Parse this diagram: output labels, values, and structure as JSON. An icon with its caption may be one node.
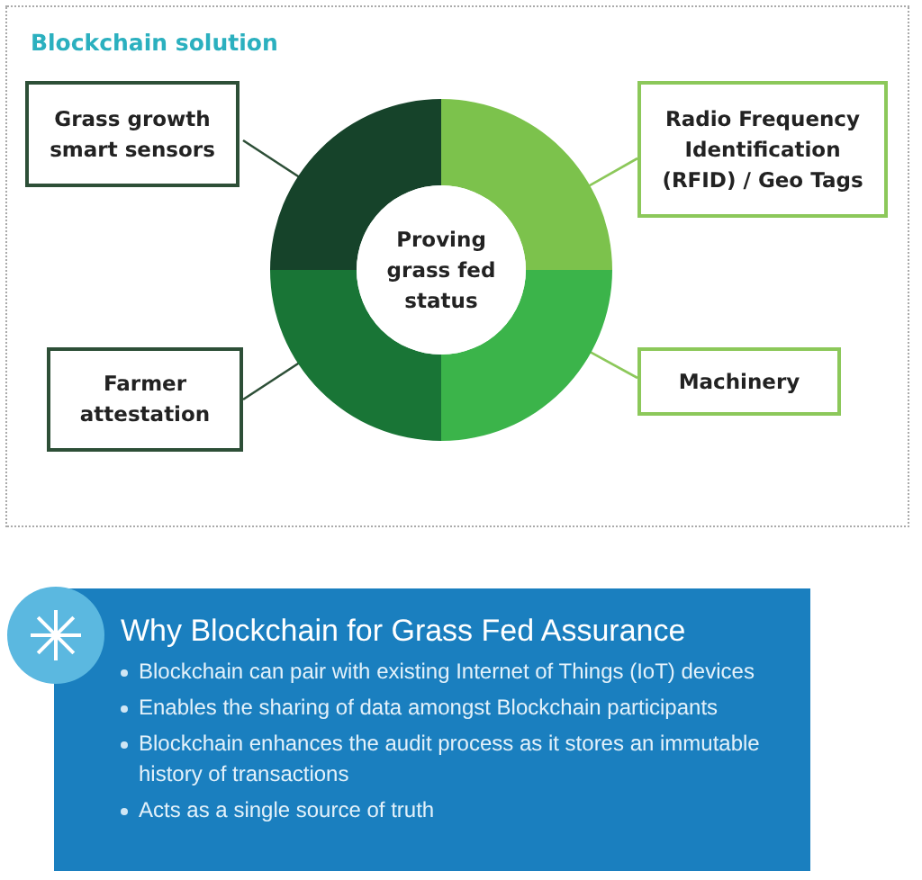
{
  "diagram": {
    "nodes": [
      {
        "text": [
          "Blockchain solution"
        ]
      },
      {
        "text": [
          "Grass growth smart sensors"
        ],
        "in": 0
      },
      {
        "text": [
          "Radio Frequency Identification (RFID) / Geo Tags"
        ],
        "in": 0
      },
      {
        "text": [],
        "shape": "segment",
        "in": 0
      },
      {
        "text": [],
        "shape": "segment",
        "in": 0
      },
      {
        "text": [
          "Proving grass fed status"
        ],
        "in": 0
      },
      {
        "text": [],
        "shape": "segment",
        "in": 0
      },
      {
        "text": [],
        "shape": "segment",
        "in": 0
      },
      {
        "text": [
          "Farmer attestation"
        ],
        "in": 0
      },
      {
        "text": [
          "Machinery"
        ],
        "in": 0
      },
      {
        "text": [
          "Why Blockchain for Grass Fed Assurance",
          "Blockchain can pair with existing Internet of Things (IoT) devices",
          "Enables the sharing of data amongst Blockchain participants",
          "Blockchain enhances the audit process as it stores an immutable history of transactions",
          "Acts as a single source of truth"
        ]
      }
    ],
    "edges": [
      {
        "from": 1,
        "to": 3,
        "arrow": "none",
        "color": "#2d4f37"
      },
      {
        "from": 2,
        "to": 4,
        "arrow": "none",
        "color": "#8cc85a"
      },
      {
        "from": 8,
        "to": 6,
        "arrow": "none",
        "color": "#2d4f37"
      },
      {
        "from": 9,
        "to": 7,
        "arrow": "none",
        "color": "#8cc85a"
      }
    ]
  }
}
